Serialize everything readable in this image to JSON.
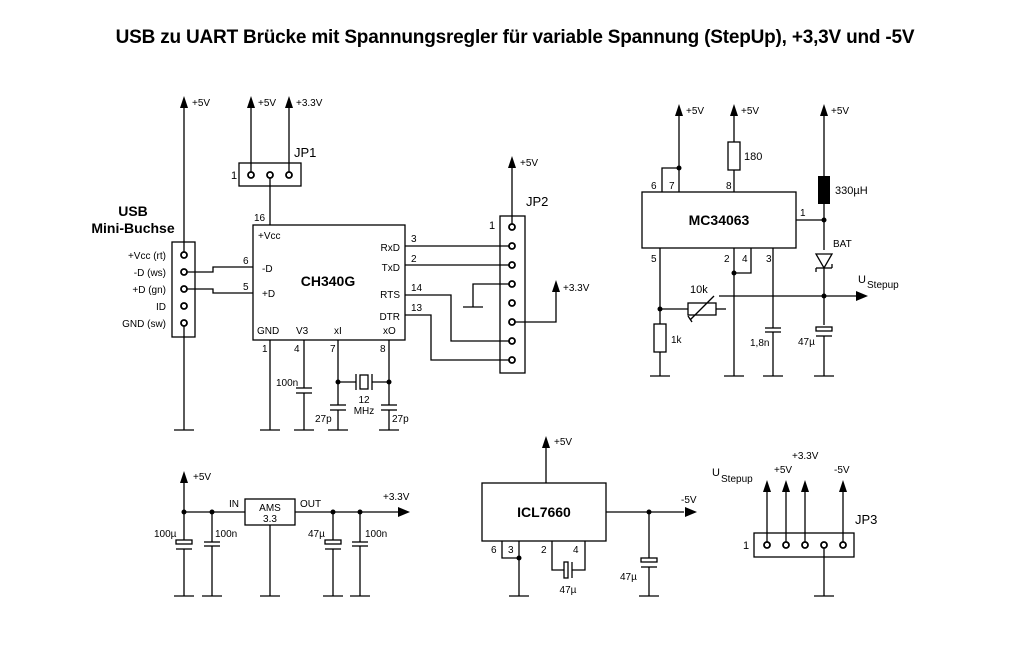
{
  "title": "USB zu UART Brücke mit Spannungsregler für variable Spannung (StepUp), +3,3V und -5V",
  "colors": {
    "line": "#000000",
    "background": "#ffffff"
  },
  "usb": {
    "title_line1": "USB",
    "title_line2": "Mini-Buchse",
    "pins": [
      "+Vcc (rt)",
      "-D (ws)",
      "+D (gn)",
      "ID",
      "GND (sw)"
    ],
    "supply": "+5V"
  },
  "jp1": {
    "name": "JP1",
    "pin1": "1",
    "rails": [
      "+5V",
      "+3.3V"
    ]
  },
  "ch340": {
    "name": "CH340G",
    "pins_left": [
      {
        "num": "6",
        "label": "-D"
      },
      {
        "num": "5",
        "label": "+D"
      }
    ],
    "pin_top": {
      "num": "16",
      "label": "+Vcc"
    },
    "pins_right": [
      {
        "num": "3",
        "label": "RxD"
      },
      {
        "num": "2",
        "label": "TxD"
      },
      {
        "num": "14",
        "label": "RTS"
      },
      {
        "num": "13",
        "label": "DTR"
      }
    ],
    "pins_bottom": [
      {
        "num": "1",
        "label": "GND"
      },
      {
        "num": "4",
        "label": "V3"
      },
      {
        "num": "7",
        "label": "xI"
      },
      {
        "num": "8",
        "label": "xO"
      }
    ],
    "cap_v3": "100n",
    "crystal_freq": "12",
    "crystal_unit": "MHz",
    "cap_x1": "27p",
    "cap_x2": "27p"
  },
  "jp2": {
    "name": "JP2",
    "pin1": "1",
    "rail_top": "+5V",
    "rail_side": "+3.3V"
  },
  "mc34063": {
    "name": "MC34063",
    "pins": [
      "6",
      "7",
      "8",
      "1",
      "5",
      "2",
      "4",
      "3"
    ],
    "rails": [
      "+5V",
      "+5V",
      "+5V"
    ],
    "r_top": "180",
    "inductor": "330µH",
    "diode": "BAT",
    "pot": "10k",
    "r_bottom": "1k",
    "cap_timing": "1,8n",
    "cap_out": "47µ",
    "output_label": "U",
    "output_sub": "Stepup"
  },
  "ldo": {
    "name_line1": "AMS",
    "name_line2": "3.3",
    "in_label": "IN",
    "out_label": "OUT",
    "supply": "+5V",
    "output": "+3.3V",
    "caps": [
      "100µ",
      "100n",
      "47µ",
      "100n"
    ]
  },
  "icl7660": {
    "name": "ICL7660",
    "supply": "+5V",
    "output": "-5V",
    "pins": [
      "6",
      "3",
      "2",
      "4"
    ],
    "cap_pump": "47µ",
    "cap_out": "47µ"
  },
  "jp3": {
    "name": "JP3",
    "pin1": "1",
    "rails": [
      {
        "label": "U",
        "sub": "Stepup"
      },
      {
        "label": "+5V"
      },
      {
        "label": "+3.3V"
      },
      {
        "label": "-5V"
      }
    ]
  }
}
